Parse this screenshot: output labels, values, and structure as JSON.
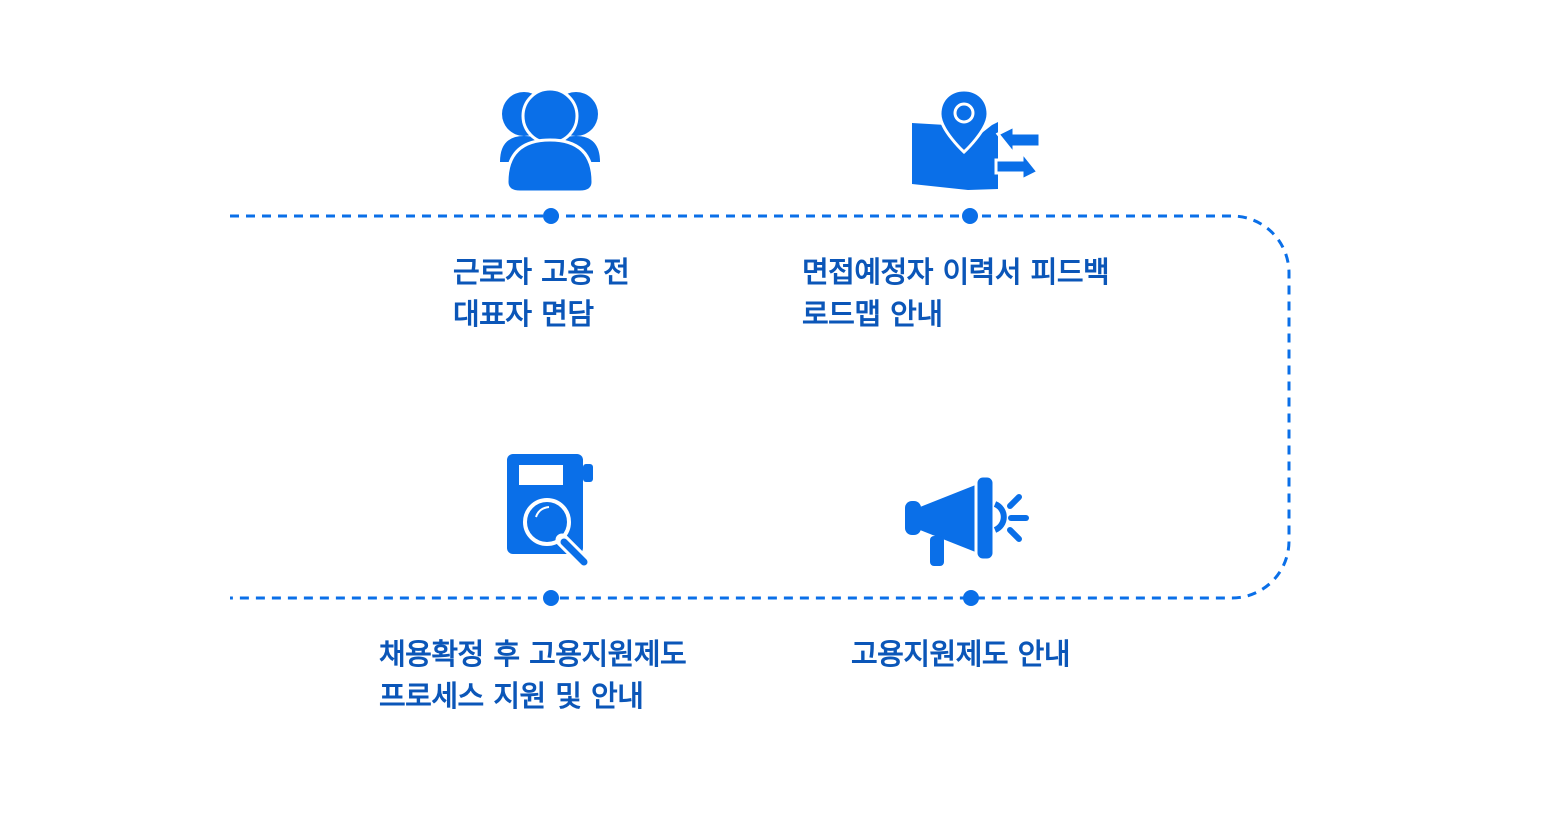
{
  "colors": {
    "accent": "#0a6fe8",
    "label": "#0b56b8",
    "background": "#ffffff"
  },
  "steps": [
    {
      "icon": "people-icon",
      "lines": [
        "근로자 고용 전",
        "대표자 면담"
      ]
    },
    {
      "icon": "map-route-icon",
      "lines": [
        "면접예정자 이력서 피드백",
        "로드맵 안내"
      ]
    },
    {
      "icon": "document-search-icon",
      "lines": [
        "채용확정 후 고용지원제도",
        "프로세스 지원 및 안내"
      ]
    },
    {
      "icon": "megaphone-icon",
      "lines": [
        "고용지원제도 안내"
      ]
    }
  ]
}
